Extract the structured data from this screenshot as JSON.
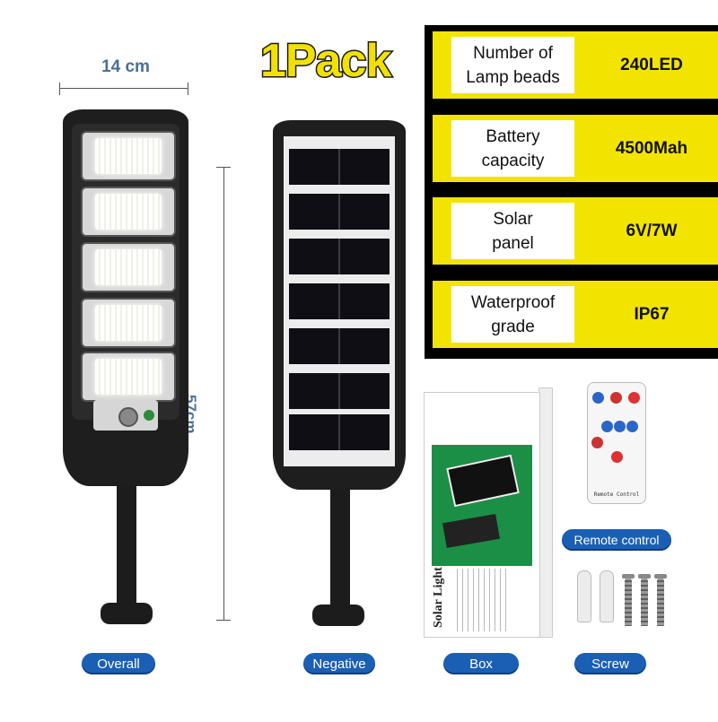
{
  "pack_title": "1Pack",
  "dimensions": {
    "width_label": "14 cm",
    "height_label": "57cm"
  },
  "specs": [
    {
      "key": "Number of\nLamp beads",
      "value": "240LED"
    },
    {
      "key": "Battery\ncapacity",
      "value": "4500Mah"
    },
    {
      "key": "Solar\npanel",
      "value": "6V/7W"
    },
    {
      "key": "Waterproof\ngrade",
      "value": "IP67"
    }
  ],
  "box_print": {
    "brand_text": "Solar Light"
  },
  "remote": {
    "caption_text": "Remote Control"
  },
  "captions": {
    "overall": "Overall",
    "negative": "Negative",
    "box": "Box",
    "screw": "Screw",
    "remote_control": "Remote control"
  },
  "colors": {
    "accent_yellow": "#f3e400",
    "panel_black": "#000000",
    "pill_blue": "#1b5fb5",
    "dimension_text": "#4a6f95",
    "box_green": "#1b8f46"
  }
}
